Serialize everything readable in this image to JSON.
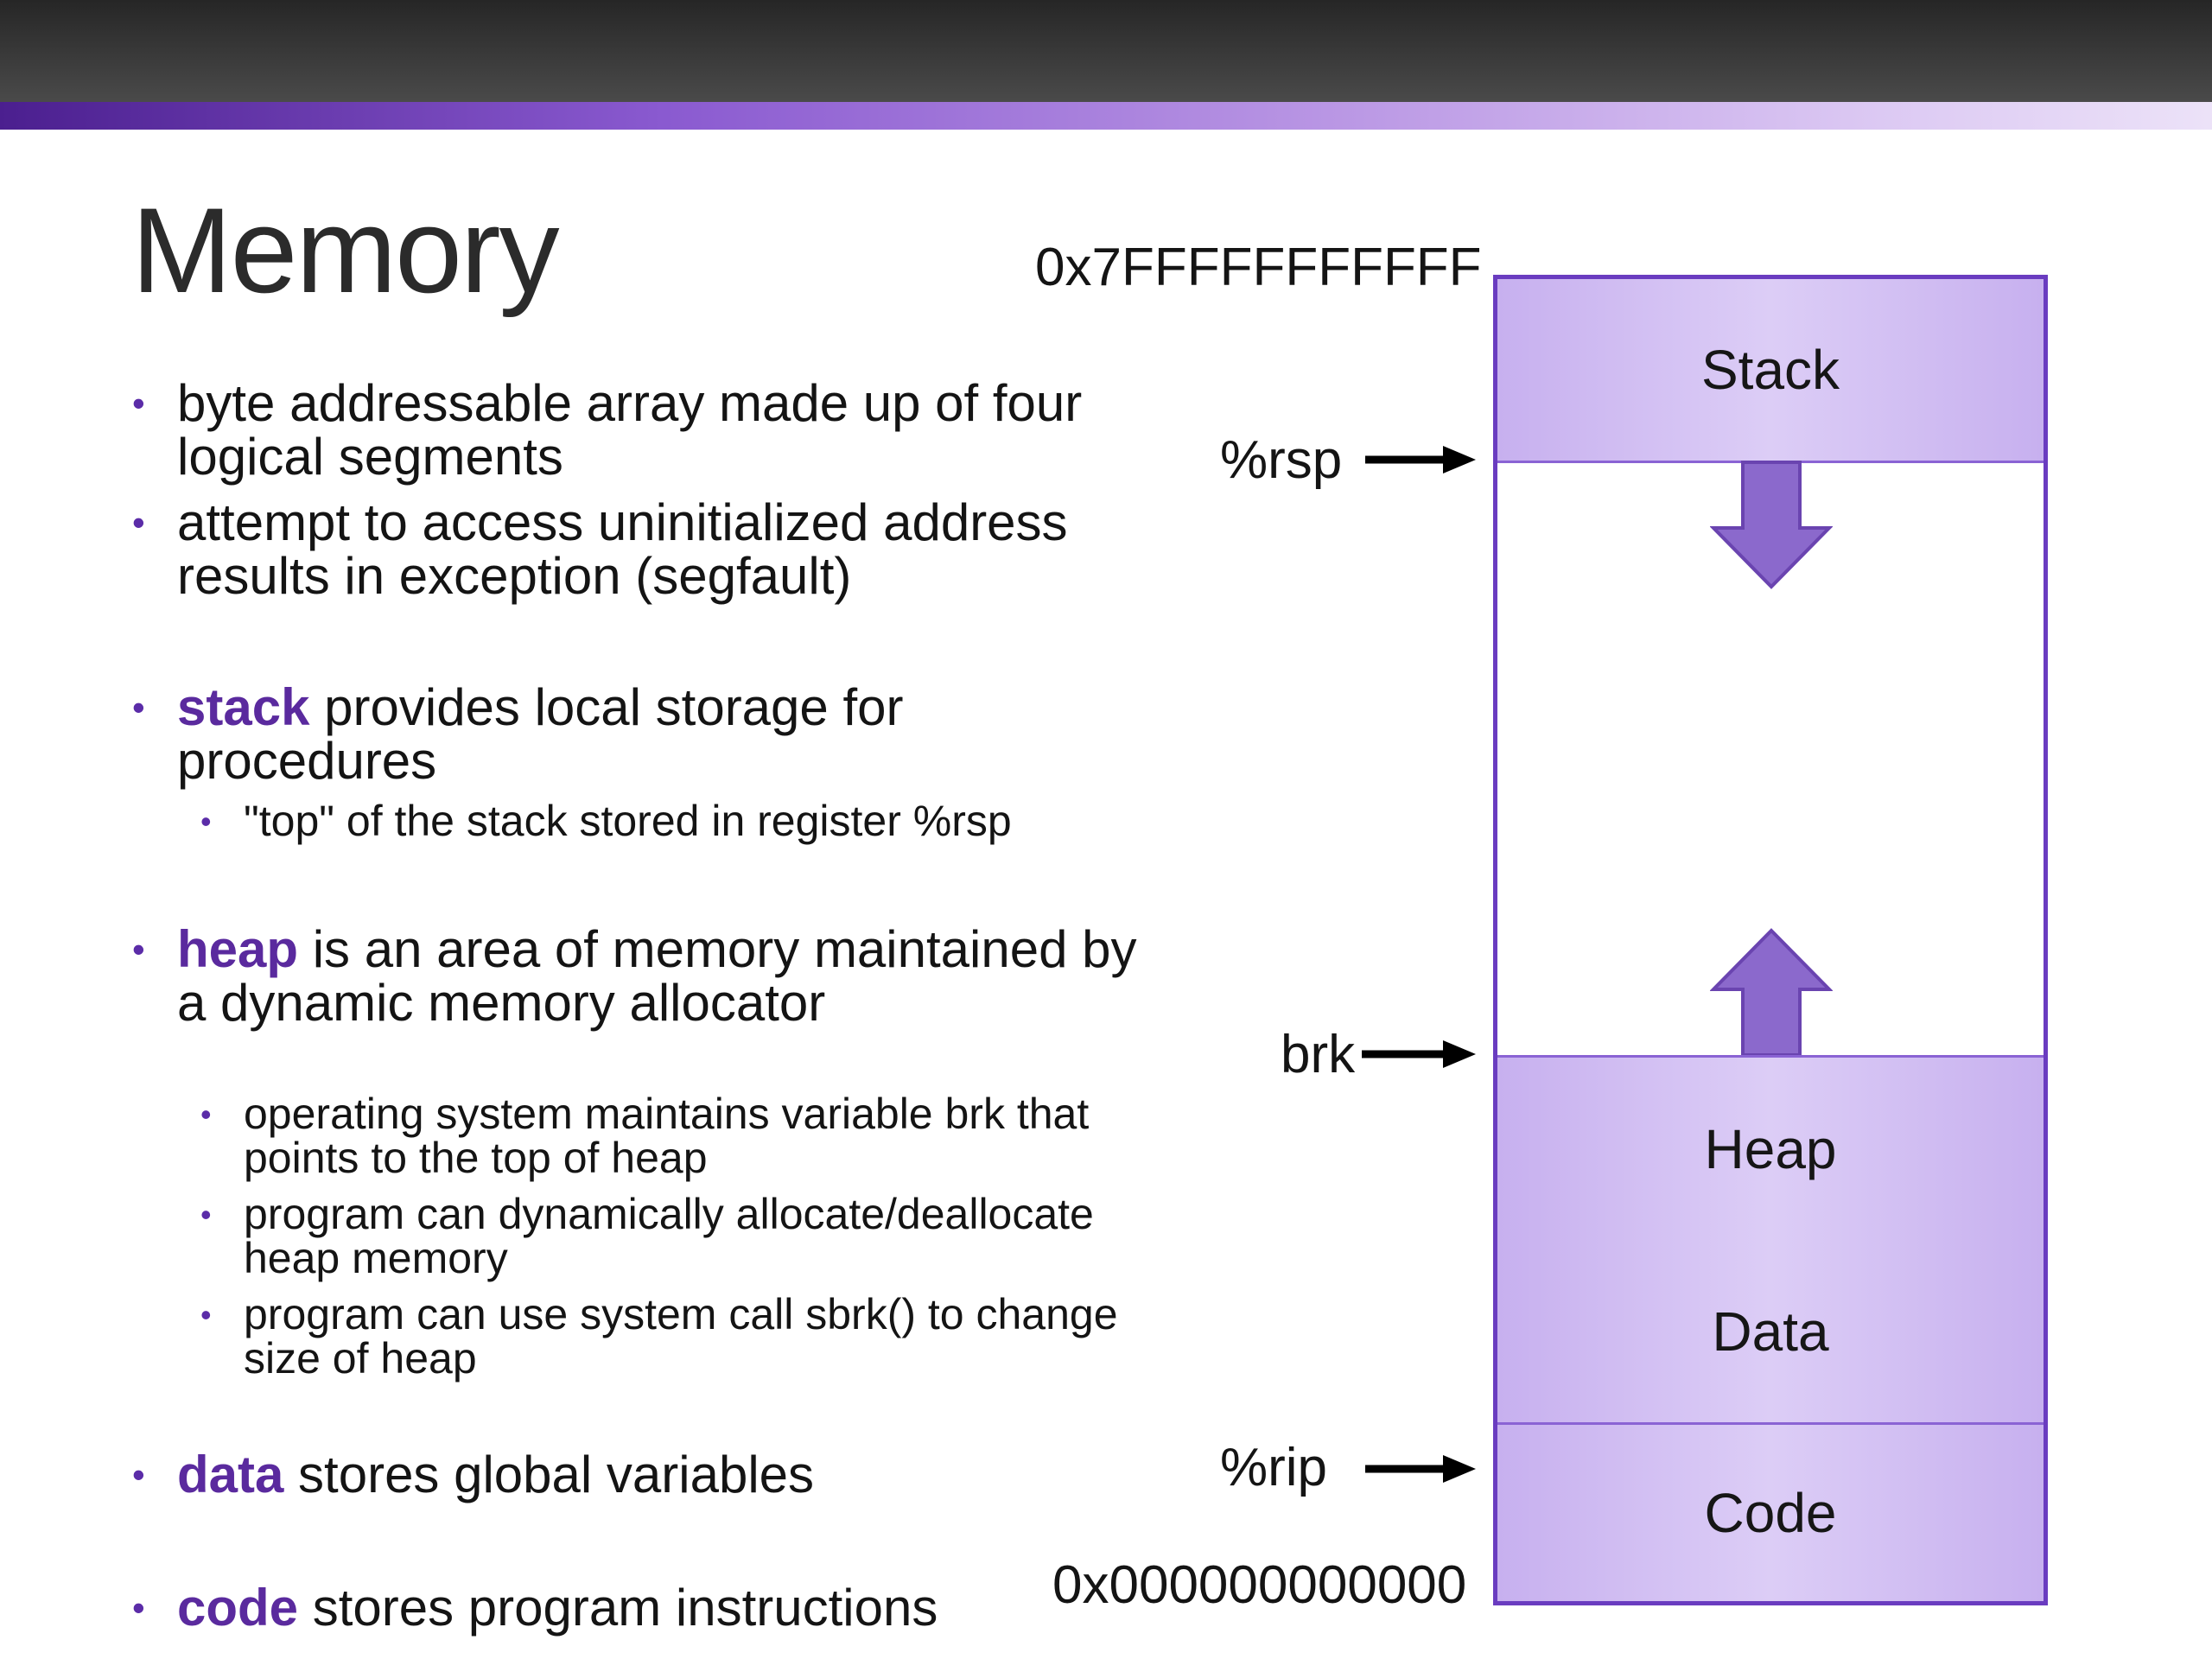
{
  "slide": {
    "title": "Memory",
    "bullets": [
      {
        "text": "byte addressable array made up of four logical segments"
      },
      {
        "text": "attempt to access uninitialized address results in exception (segfault)"
      },
      {
        "keyword": "stack",
        "text": " provides local storage for procedures",
        "subs": [
          "\"top\" of the stack stored in register %rsp"
        ]
      },
      {
        "keyword": "heap",
        "text": " is an area of memory maintained by a dynamic memory allocator",
        "subs": [
          "operating system maintains variable brk that points to the top of heap",
          "program can dynamically allocate/deallocate heap memory",
          "program can use system call sbrk() to change size of heap"
        ]
      },
      {
        "keyword": "data",
        "text": " stores global variables"
      },
      {
        "keyword": "code",
        "text": " stores program instructions"
      }
    ]
  },
  "diagram": {
    "top_address": "0x7FFFFFFFFFFF",
    "bottom_address": "0x000000000000",
    "segments": [
      "Stack",
      "Heap",
      "Data",
      "Code"
    ],
    "pointers": {
      "rsp": "%rsp",
      "brk": "brk",
      "rip": "%rip"
    },
    "colors": {
      "segment_fill": "#c7b0ef",
      "border": "#6a3cc0",
      "keyword": "#5a2a9e",
      "growth_arrow": "#8b69cc"
    }
  }
}
